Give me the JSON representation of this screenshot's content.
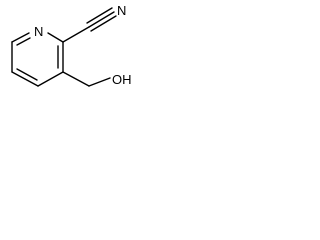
{
  "structure": {
    "atoms": {
      "ring_nitrogen": "N",
      "nitrile_nitrogen": "N",
      "hydroxyl": "OH"
    }
  }
}
